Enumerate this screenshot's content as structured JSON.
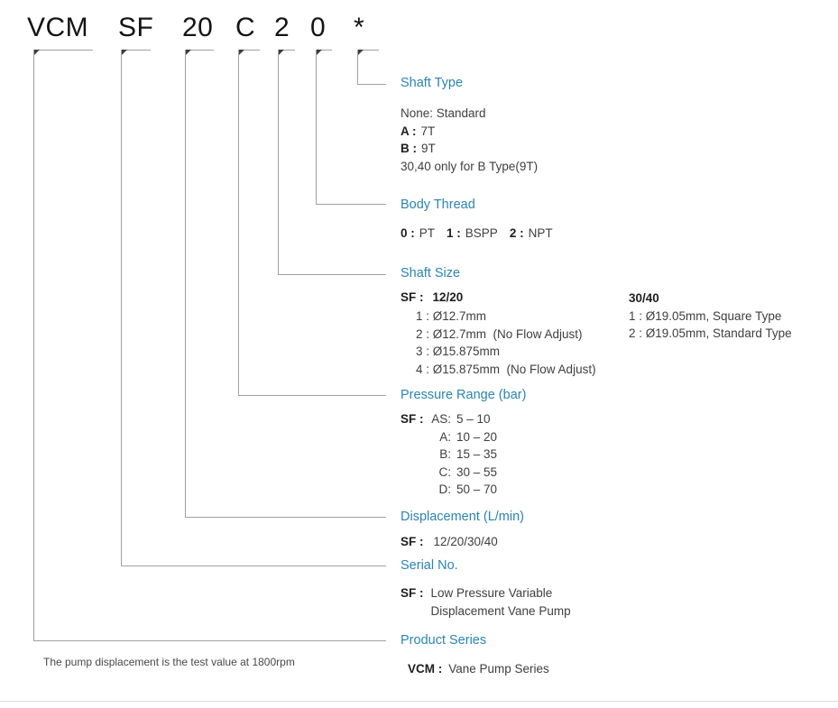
{
  "page": {
    "model_code": [
      "VCM",
      "SF",
      "20",
      "C",
      "2",
      "0",
      "*"
    ],
    "footnote": "The pump displacement is the test value at 1800rpm"
  },
  "colors": {
    "accent_blue": "#2a84b5",
    "connector_gray": "#a0a0a0",
    "text_dark": "#3e3e3e"
  },
  "sections": {
    "shaft_type": {
      "label": "Shaft Type",
      "lines": [
        {
          "key": "",
          "value": "None: Standard"
        },
        {
          "key": "A :",
          "value": "7T"
        },
        {
          "key": "B :",
          "value": "9T"
        },
        {
          "key": "",
          "value": "30,40 only for B Type(9T)"
        }
      ]
    },
    "body_thread": {
      "label": "Body Thread",
      "options": [
        {
          "key": "0 :",
          "value": "PT"
        },
        {
          "key": "1 :",
          "value": "BSPP"
        },
        {
          "key": "2 :",
          "value": "NPT"
        }
      ]
    },
    "shaft_size": {
      "label": "Shaft Size",
      "sf_key": "SF :",
      "col1_heading": "12/20",
      "col1_items": [
        "1 : Ø12.7mm",
        "2 : Ø12.7mm  (No Flow Adjust)",
        "3 : Ø15.875mm",
        "4 : Ø15.875mm  (No Flow Adjust)"
      ],
      "col2_heading": "30/40",
      "col2_items": [
        "1 : Ø19.05mm, Square Type",
        "2 : Ø19.05mm, Standard Type"
      ]
    },
    "pressure_range": {
      "label": "Pressure Range (bar)",
      "sf_key": "SF :",
      "items": [
        {
          "key": "AS:",
          "value": "5 – 10"
        },
        {
          "key": "A:",
          "value": "10 – 20"
        },
        {
          "key": "B:",
          "value": "15 – 35"
        },
        {
          "key": "C:",
          "value": "30 – 55"
        },
        {
          "key": "D:",
          "value": "50 – 70"
        }
      ]
    },
    "displacement": {
      "label": "Displacement (L/min)",
      "sf_key": "SF :",
      "value": "12/20/30/40"
    },
    "serial_no": {
      "label": "Serial No.",
      "sf_key": "SF :",
      "value_line1": "Low Pressure Variable",
      "value_line2": "Displacement Vane Pump"
    },
    "product_series": {
      "label": "Product Series",
      "key": "VCM :",
      "value": "Vane Pump Series"
    }
  }
}
